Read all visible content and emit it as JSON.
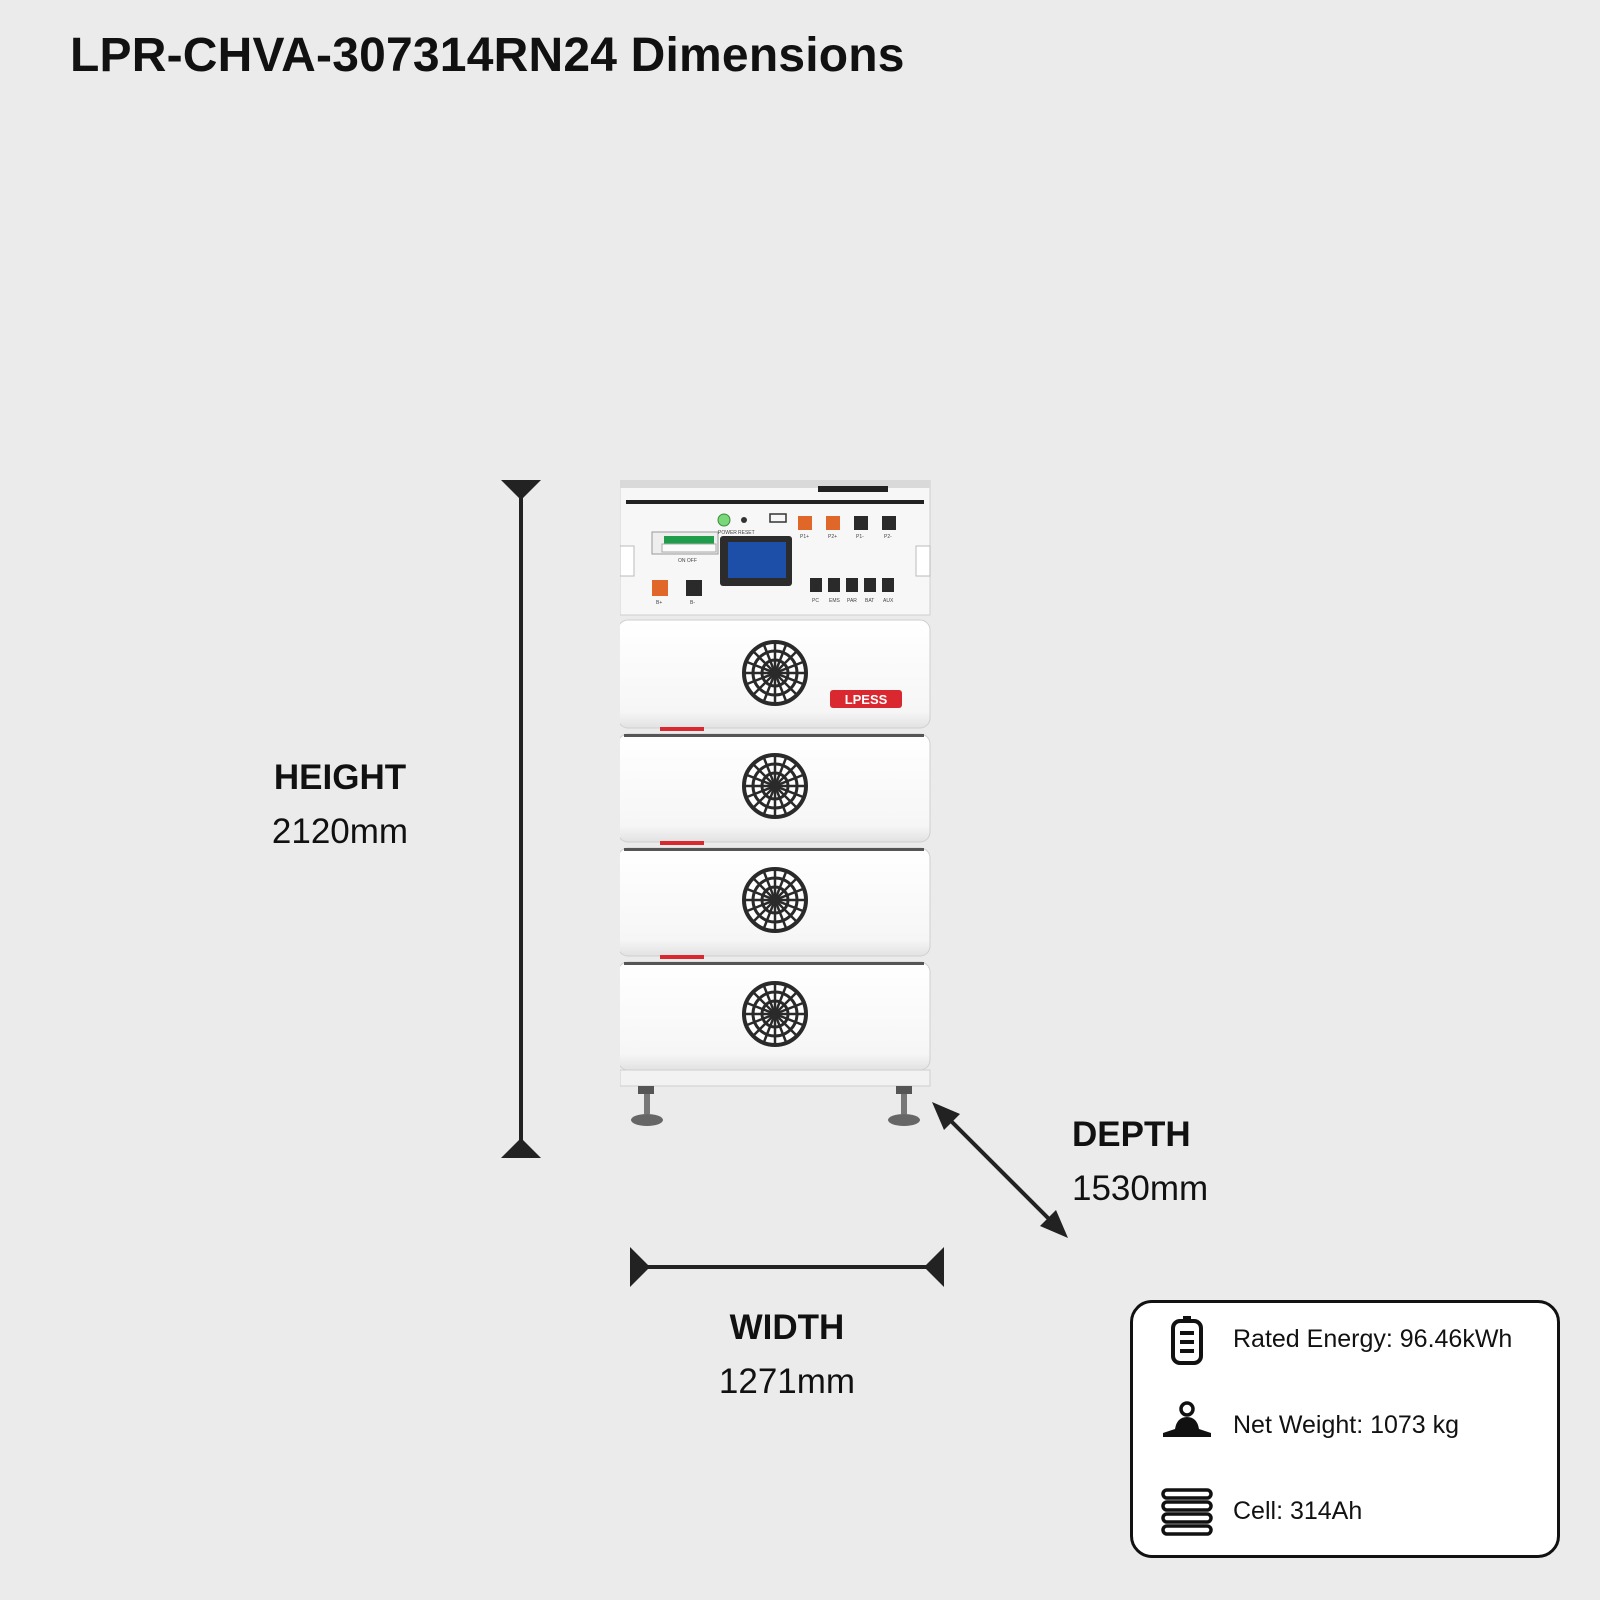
{
  "title": "LPR-CHVA-307314RN24 Dimensions",
  "dimensions": {
    "height": {
      "label": "HEIGHT",
      "value": "2120mm"
    },
    "width": {
      "label": "WIDTH",
      "value": "1271mm"
    },
    "depth": {
      "label": "DEPTH",
      "value": "1530mm"
    }
  },
  "product": {
    "brand": "LPESS",
    "control_labels": {
      "power": "POWER",
      "reset": "RESET",
      "switch": "ON OFF",
      "terminals_top": [
        "P1+",
        "P2+",
        "P1-",
        "P2-"
      ],
      "terminals_bottom": [
        "B+",
        "B-"
      ],
      "ports": [
        "PC",
        "EMS",
        "PAR",
        "BAT",
        "AUX"
      ]
    },
    "battery_modules": 4
  },
  "specs": [
    {
      "icon": "battery-icon",
      "text": "Rated Energy: 96.46kWh"
    },
    {
      "icon": "weight-icon",
      "text": "Net Weight: 1073 kg"
    },
    {
      "icon": "cell-stack-icon",
      "text": "Cell: 314Ah"
    }
  ],
  "colors": {
    "background": "#ebebeb",
    "text": "#111111",
    "brand_red": "#d9282f",
    "terminal_orange": "#e0672a",
    "display_blue": "#1e4fa8",
    "module_white": "#ffffff"
  }
}
